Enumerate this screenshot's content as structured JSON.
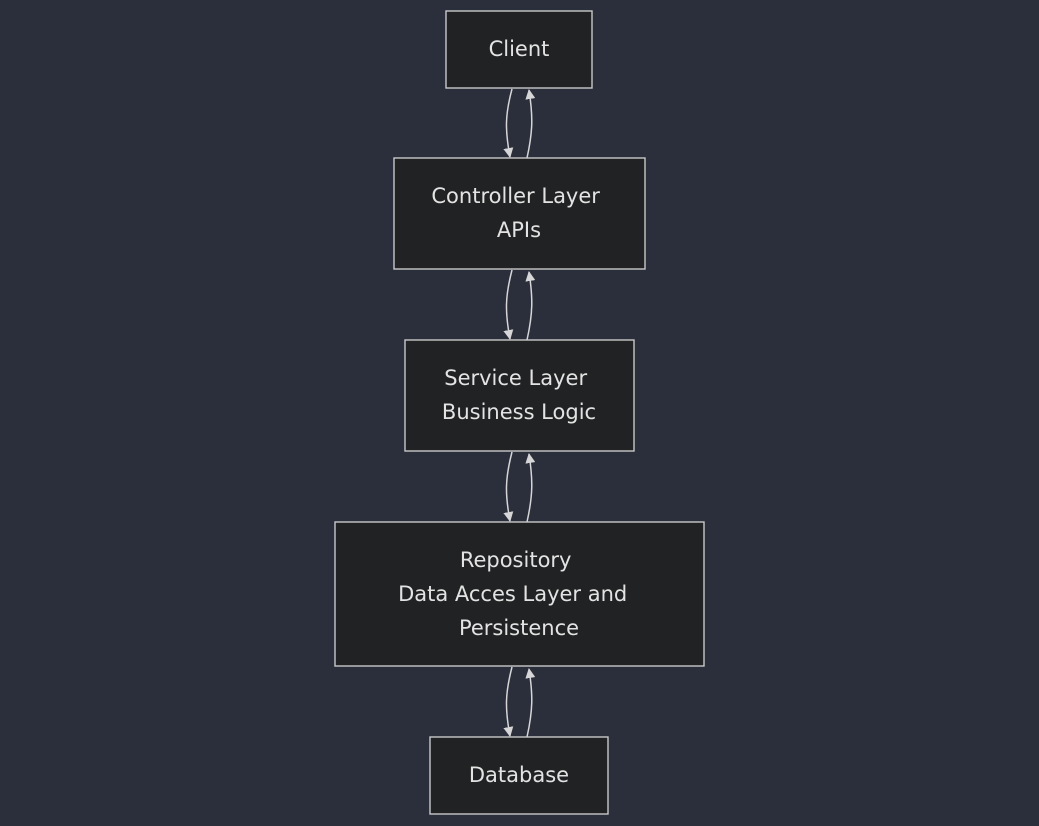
{
  "diagram": {
    "colors": {
      "background": "#2b2f3c",
      "node_fill": "#212223",
      "node_border": "#c9c9c9",
      "text": "#e3e3e3",
      "edge": "#d6d6d6"
    },
    "nodes": [
      {
        "id": "client",
        "lines": [
          "Client"
        ]
      },
      {
        "id": "controller",
        "lines": [
          "Controller Layer",
          "APIs"
        ]
      },
      {
        "id": "service",
        "lines": [
          "Service Layer",
          "Business Logic"
        ]
      },
      {
        "id": "repository",
        "lines": [
          "Repository",
          "Data Acces Layer and",
          "Persistence"
        ]
      },
      {
        "id": "database",
        "lines": [
          "Database"
        ]
      }
    ],
    "edges": [
      {
        "from": "client",
        "to": "controller",
        "bidirectional": true
      },
      {
        "from": "controller",
        "to": "service",
        "bidirectional": true
      },
      {
        "from": "service",
        "to": "repository",
        "bidirectional": true
      },
      {
        "from": "repository",
        "to": "database",
        "bidirectional": true
      }
    ]
  }
}
